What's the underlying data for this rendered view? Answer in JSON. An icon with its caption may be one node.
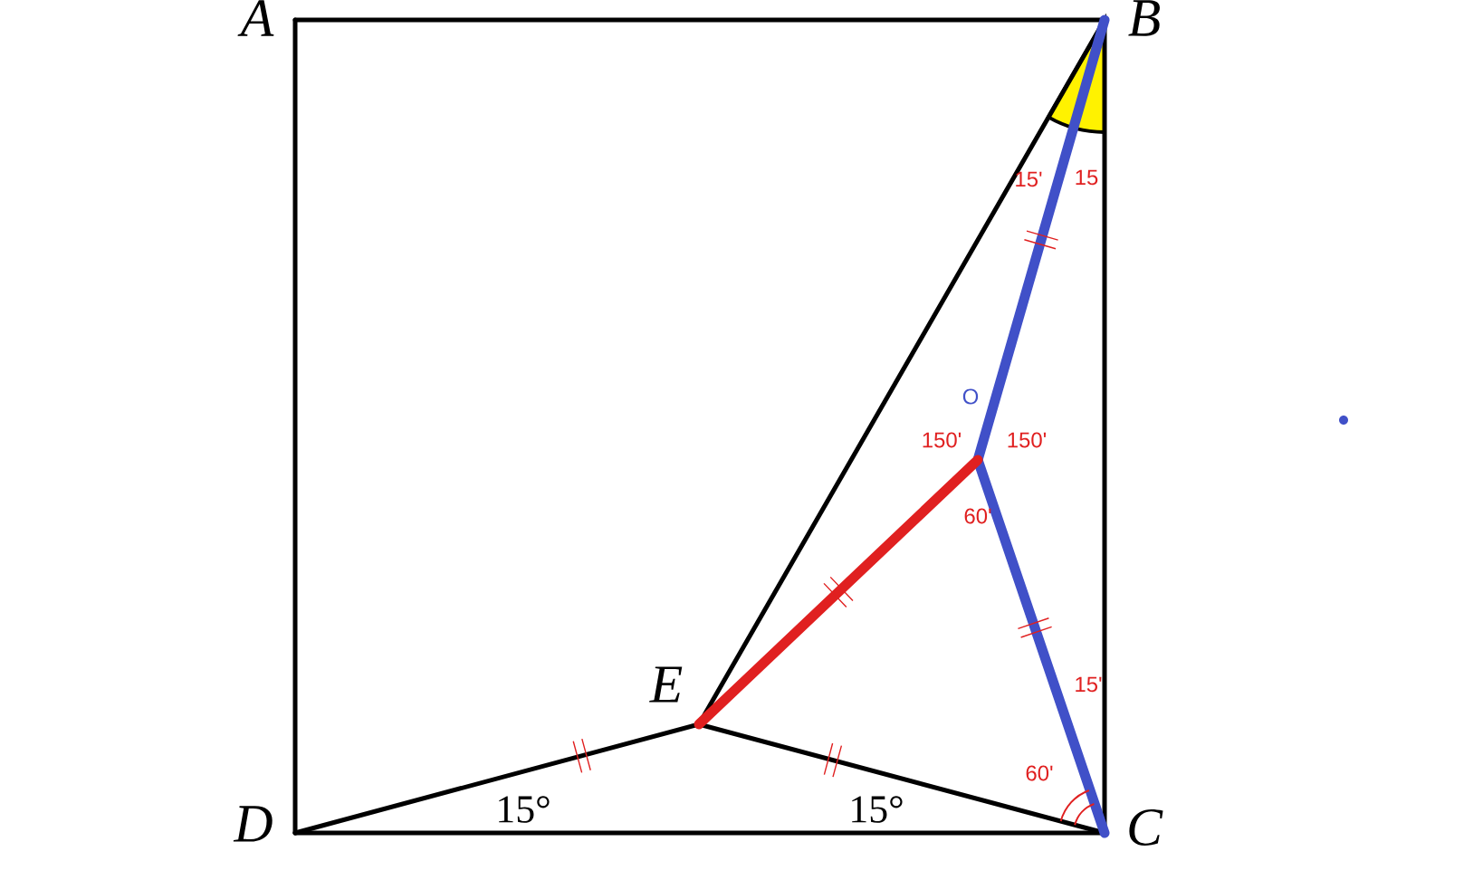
{
  "diagram": {
    "nodes": [
      {
        "text": [
          "A"
        ]
      },
      {
        "text": [
          "B"
        ]
      },
      {
        "text": [
          "C"
        ]
      },
      {
        "text": [
          "D"
        ]
      },
      {
        "text": [
          "E"
        ]
      },
      {
        "text": [
          "O"
        ]
      }
    ],
    "edges": [
      {
        "from": 0,
        "to": 1,
        "arrow": "none"
      },
      {
        "from": 1,
        "to": 2,
        "arrow": "none"
      },
      {
        "from": 2,
        "to": 3,
        "arrow": "none"
      },
      {
        "from": 3,
        "to": 0,
        "arrow": "none"
      },
      {
        "from": 3,
        "to": 4,
        "arrow": "none"
      },
      {
        "from": 4,
        "to": 2,
        "arrow": "none"
      },
      {
        "from": 4,
        "to": 1,
        "arrow": "none"
      },
      {
        "from": 1,
        "to": 5,
        "arrow": "none",
        "style": "thick",
        "color": "#4050c8"
      },
      {
        "from": 5,
        "to": 2,
        "arrow": "none",
        "style": "thick",
        "color": "#4050c8"
      },
      {
        "from": 5,
        "to": 4,
        "arrow": "none",
        "style": "thick",
        "color": "#e02020"
      }
    ],
    "labels": [
      "15'",
      "15",
      "150'",
      "150'",
      "60'",
      "15'",
      "60'",
      "15°",
      "15°"
    ]
  }
}
